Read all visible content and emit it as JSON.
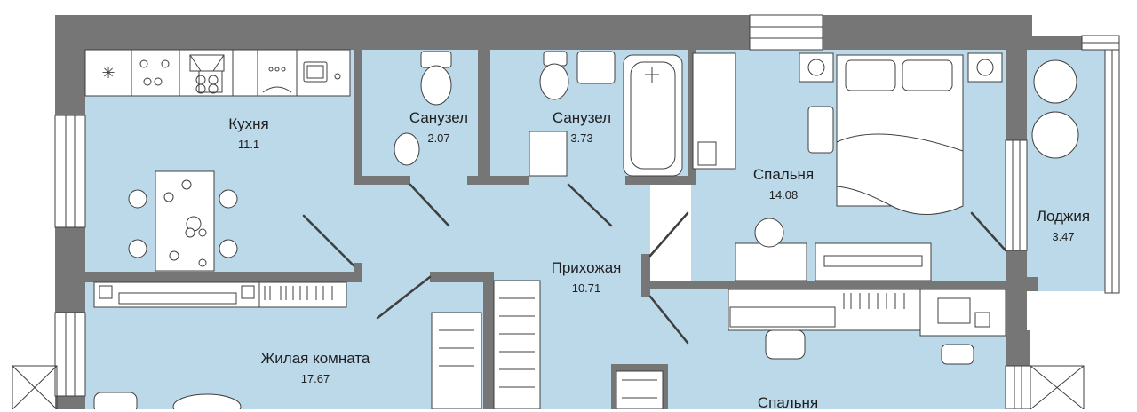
{
  "colors": {
    "floor": "#bcd9ea",
    "wall": "#767676",
    "line": "#3f3f3f",
    "furniture": "#ffffff"
  },
  "rooms": {
    "kitchen": {
      "name": "Кухня",
      "area": "11.1"
    },
    "bath1": {
      "name": "Санузел",
      "area": "2.07"
    },
    "bath2": {
      "name": "Санузел",
      "area": "3.73"
    },
    "bedroom1": {
      "name": "Спальня",
      "area": "14.08"
    },
    "loggia": {
      "name": "Лоджия",
      "area": "3.47"
    },
    "hall": {
      "name": "Прихожая",
      "area": "10.71"
    },
    "living": {
      "name": "Жилая комната",
      "area": "17.67"
    },
    "bedroom2": {
      "name": "Спальня",
      "area": ""
    }
  }
}
